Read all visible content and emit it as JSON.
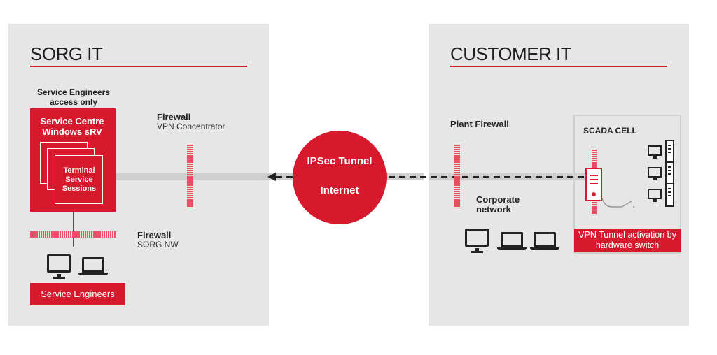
{
  "left": {
    "title": "SORG IT",
    "access_note": "Service Engineers access only",
    "service_centre": "Service Centre Windows sRV",
    "terminal_sessions": "Terminal Service Sessions",
    "firewall_top_title": "Firewall",
    "firewall_top_sub": "VPN Concentrator",
    "firewall_bottom_title": "Firewall",
    "firewall_bottom_sub": "SORG NW",
    "engineers_label": "Service Engineers"
  },
  "center": {
    "tunnel": "IPSec Tunnel",
    "internet": "Internet"
  },
  "right": {
    "title": "CUSTOMER IT",
    "plant_firewall": "Plant Firewall",
    "corporate_network": "Corporate network",
    "scada_cell": "SCADA CELL",
    "vpn_activation": "VPN Tunnel activation by hardware switch"
  },
  "colors": {
    "accent": "#d7192e",
    "panel": "#e6e6e6",
    "firewall": "#e8505f"
  }
}
